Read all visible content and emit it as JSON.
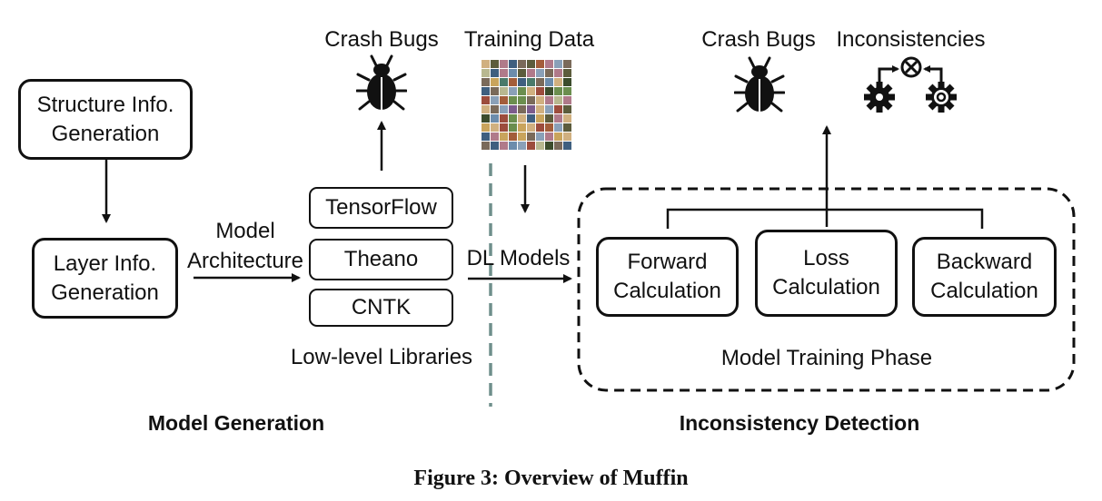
{
  "left": {
    "structure_box": "Structure Info.\nGeneration",
    "layer_box": "Layer Info.\nGeneration",
    "model_arch_label": "Model\nArchitecture",
    "section_title": "Model Generation"
  },
  "libraries": {
    "items": [
      "TensorFlow",
      "Theano",
      "CNTK"
    ],
    "caption": "Low-level Libraries",
    "crash_bugs_label": "Crash Bugs"
  },
  "training": {
    "label": "Training Data"
  },
  "right": {
    "dl_models_label": "DL Models",
    "crash_bugs_label": "Crash Bugs",
    "inconsistencies_label": "Inconsistencies",
    "forward_box": "Forward\nCalculation",
    "loss_box": "Loss\nCalculation",
    "backward_box": "Backward\nCalculation",
    "phase_label": "Model Training Phase",
    "section_title": "Inconsistency Detection"
  },
  "figure_caption": "Figure 3: Overview of Muffin",
  "colors": {
    "ink": "#111111",
    "divider": "#6f8f8c"
  },
  "icons": [
    "bug-icon",
    "training-data-mosaic",
    "gear-icon",
    "mismatch-icon"
  ]
}
